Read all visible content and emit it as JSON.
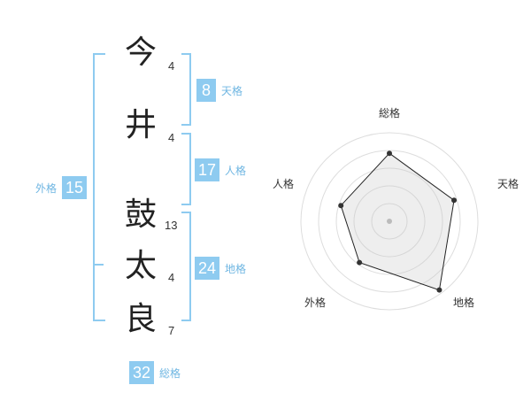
{
  "name": {
    "chars": [
      {
        "char": "今",
        "strokes": "4"
      },
      {
        "char": "井",
        "strokes": "4"
      },
      {
        "char": "鼓",
        "strokes": "13"
      },
      {
        "char": "太",
        "strokes": "4"
      },
      {
        "char": "良",
        "strokes": "7"
      }
    ]
  },
  "fortune": {
    "tenkaku": {
      "value": "8",
      "label": "天格"
    },
    "jinkaku": {
      "value": "17",
      "label": "人格"
    },
    "chikaku": {
      "value": "24",
      "label": "地格"
    },
    "gaikaku": {
      "value": "15",
      "label": "外格"
    },
    "soukaku": {
      "value": "32",
      "label": "総格"
    }
  },
  "colors": {
    "accent": "#8ecbf0",
    "label": "#6fb6e2"
  },
  "chart_data": {
    "type": "radar",
    "axes": [
      "総格",
      "天格",
      "地格",
      "外格",
      "人格"
    ],
    "values": [
      4,
      4,
      5,
      3,
      3
    ],
    "max": 5,
    "rings": 4
  }
}
